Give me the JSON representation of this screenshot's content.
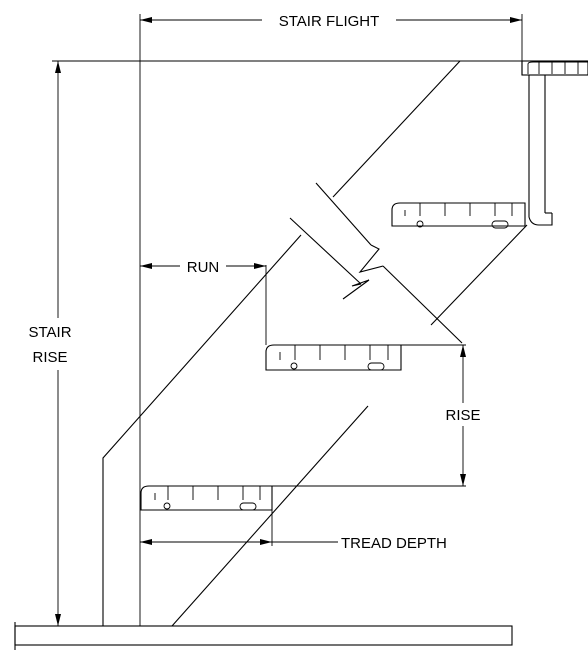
{
  "diagram": {
    "labels": {
      "stair_flight": "STAIR FLIGHT",
      "stair_rise_line1": "STAIR",
      "stair_rise_line2": "RISE",
      "run": "RUN",
      "rise": "RISE",
      "tread_depth": "TREAD DEPTH"
    },
    "colors": {
      "stroke": "#000000",
      "background": "#ffffff"
    }
  }
}
